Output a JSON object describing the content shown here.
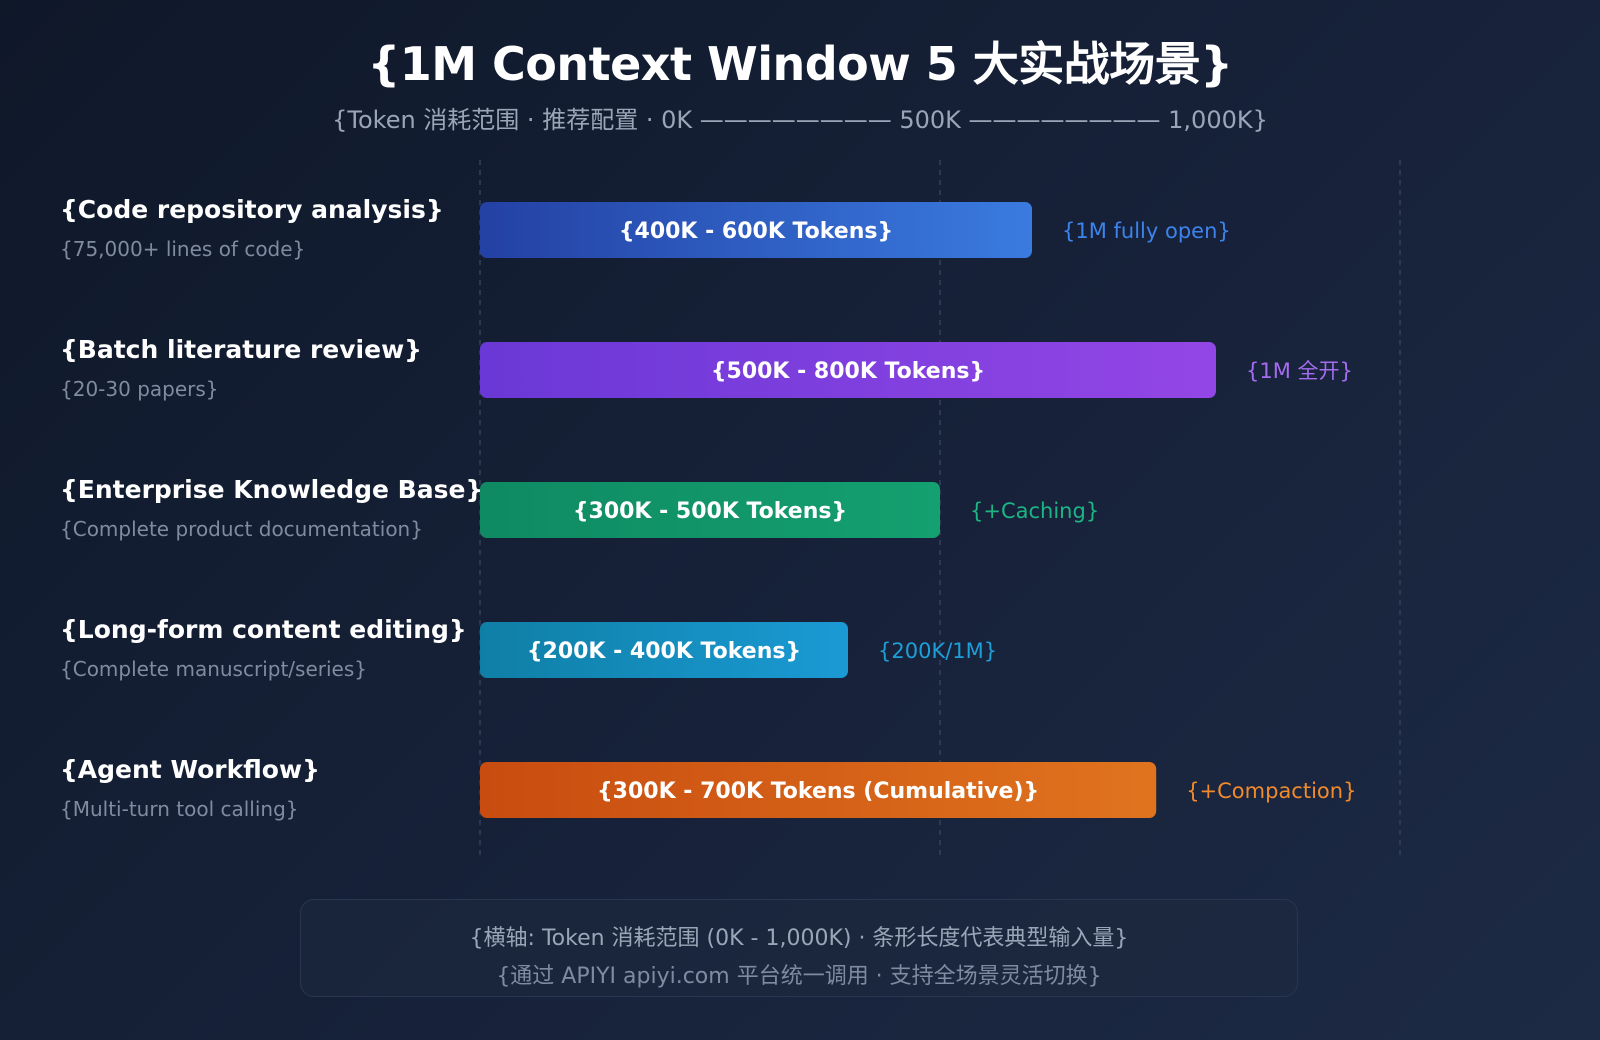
{
  "header": {
    "title": "{1M Context Window 5 大实战场景}",
    "subtitle": "{Token 消耗范围 · 推荐配置 · 0K ———————— 500K ———————— 1,000K}"
  },
  "chart_data": {
    "type": "bar",
    "orientation": "horizontal",
    "x_range": [
      0,
      1000
    ],
    "x_unit": "K tokens",
    "x_ticks": [
      0,
      500,
      1000
    ],
    "grid": true,
    "rows": [
      {
        "title": "{Code repository analysis}",
        "subtitle": "{75,000+ lines of code}",
        "start": 0,
        "end": 600,
        "range_low": 400,
        "range_high": 600,
        "bar_label": "{400K - 600K Tokens}",
        "tag": "{1M fully open}",
        "color_start": "#2441a4",
        "color_end": "#3a7be0",
        "tag_color": "#3d83ec"
      },
      {
        "title": "{Batch literature review}",
        "subtitle": "{20-30 papers}",
        "start": 0,
        "end": 800,
        "range_low": 500,
        "range_high": 800,
        "bar_label": "{500K - 800K Tokens}",
        "tag": "{1M 全开}",
        "color_start": "#6a38d6",
        "color_end": "#9346e6",
        "tag_color": "#a46cf0"
      },
      {
        "title": "{Enterprise Knowledge Base}",
        "subtitle": "{Complete product documentation}",
        "start": 0,
        "end": 500,
        "range_low": 300,
        "range_high": 500,
        "bar_label": "{300K - 500K Tokens}",
        "tag": "{+Caching}",
        "color_start": "#0f8a62",
        "color_end": "#14a070",
        "tag_color": "#1cb584"
      },
      {
        "title": "{Long-form content editing}",
        "subtitle": "{Complete manuscript/series}",
        "start": 0,
        "end": 400,
        "range_low": 200,
        "range_high": 400,
        "bar_label": "{200K - 400K Tokens}",
        "tag": "{200K/1M}",
        "color_start": "#0f7fa6",
        "color_end": "#1a9ad4",
        "tag_color": "#1d9fd8"
      },
      {
        "title": "{Agent Workflow}",
        "subtitle": "{Multi-turn tool calling}",
        "start": 0,
        "end": 735,
        "range_low": 300,
        "range_high": 700,
        "bar_label": "{300K - 700K Tokens (Cumulative)}",
        "tag": "{+Compaction}",
        "color_start": "#c84c10",
        "color_end": "#e0741e",
        "tag_color": "#f08a2c"
      }
    ]
  },
  "footer": {
    "line1": "{横轴: Token 消耗范围 (0K - 1,000K) · 条形长度代表典型输入量}",
    "line2": "{通过 APIYI apiyi.com 平台统一调用 · 支持全场景灵活切换}"
  }
}
